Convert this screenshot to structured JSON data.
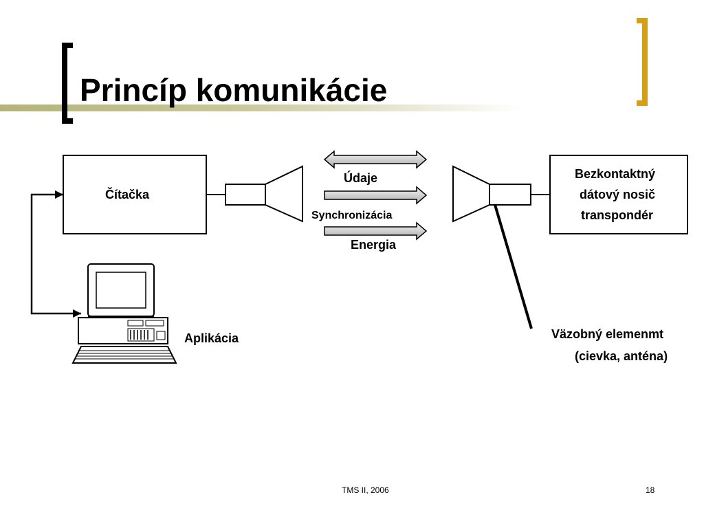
{
  "slide": {
    "title": "Princíp komunikácie",
    "footer_center": "TMS II, 2006",
    "page_number": "18"
  },
  "diagram": {
    "reader_label": "Čítačka",
    "application_label": "Aplikácia",
    "transponder_lines": [
      "Bezkontaktný",
      "dátový nosič",
      "transpondér"
    ],
    "arrow_labels": [
      "Údaje",
      "Synchronizácia",
      "Energia"
    ],
    "coupling_lines": [
      "Väzobný elemenmt",
      "(cievka, anténa)"
    ]
  },
  "colors": {
    "title_bar": "#c9c69a",
    "bracket_left": "#000000",
    "bracket_right": "#d4a017"
  }
}
